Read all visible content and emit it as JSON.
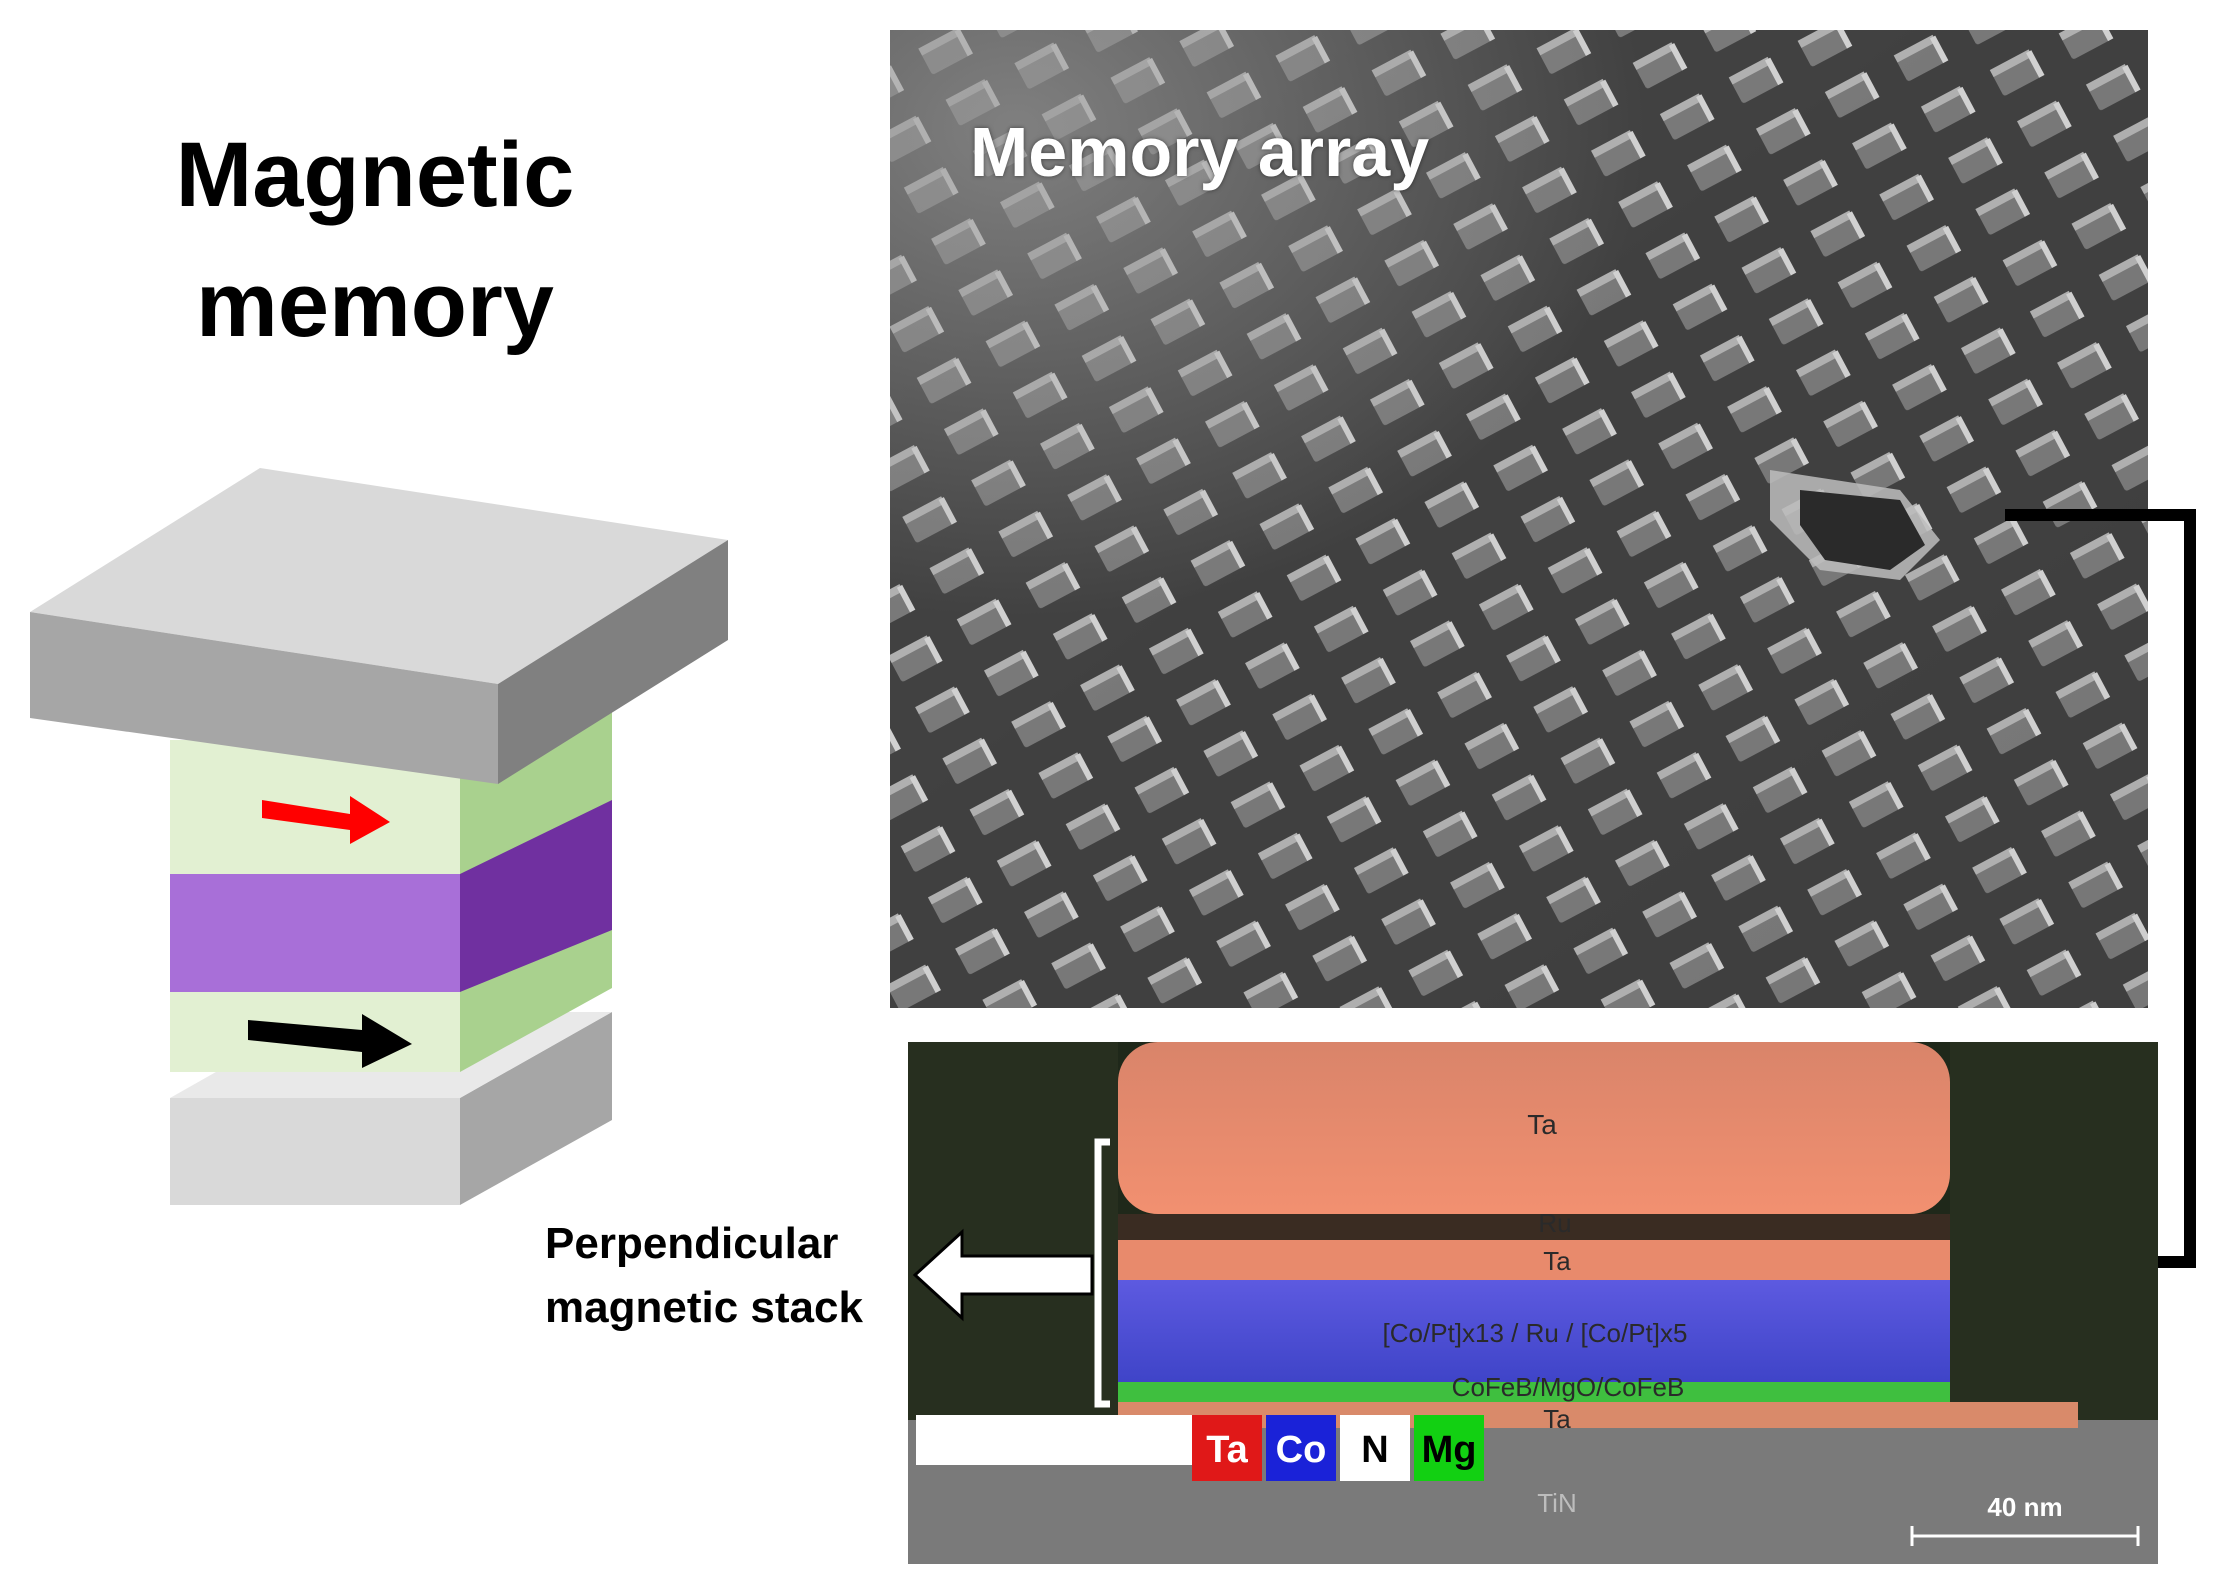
{
  "figure": {
    "title_line1": "Magnetic",
    "title_line2": "memory",
    "sem_label": "Memory array",
    "stack_label_line1": "Perpendicular",
    "stack_label_line2": "magnetic stack",
    "tem_layers": {
      "ta_top": "Ta",
      "ru": "Ru",
      "ta_mid": "Ta",
      "copt": "[Co/Pt]x13 / Ru / [Co/Pt]x5",
      "mtj": "CoFeB/MgO/CoFeB",
      "ta_bottom": "Ta",
      "tin": "TiN"
    },
    "scale_bar": "40 nm",
    "legend": [
      {
        "label": "Ta",
        "color": "#e01818",
        "text_color": "#ffffff"
      },
      {
        "label": "Co",
        "color": "#1a22d8",
        "text_color": "#ffffff"
      },
      {
        "label": "N",
        "color": "#ffffff",
        "text_color": "#000000"
      },
      {
        "label": "Mg",
        "color": "#12d012",
        "text_color": "#000000"
      }
    ]
  }
}
